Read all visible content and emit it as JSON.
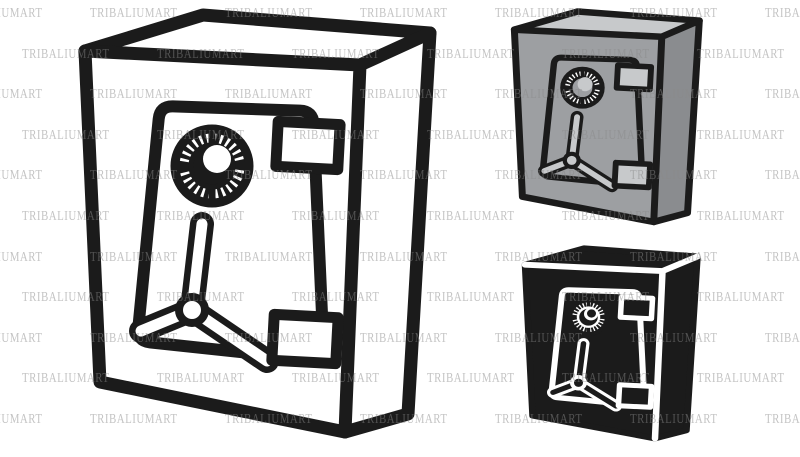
{
  "watermark": {
    "text": "TRIBALIUMART",
    "color": "rgba(138,138,138,0.5)"
  },
  "colors": {
    "ink": "#1b1b1b",
    "paper": "#ffffff",
    "gray-top": "#c7c9cb",
    "gray-front": "#9d9fa2",
    "gray-side": "#8a8c8f",
    "wm-color": "rgba(138,138,138,0.5)"
  },
  "artwork": {
    "items": [
      {
        "name": "safe-large-outline",
        "description": "Safe with combination dial, black outline style"
      },
      {
        "name": "safe-gray",
        "description": "Safe with combination dial, grayscale style"
      },
      {
        "name": "safe-black",
        "description": "Safe with combination dial, black silhouette style"
      }
    ]
  }
}
